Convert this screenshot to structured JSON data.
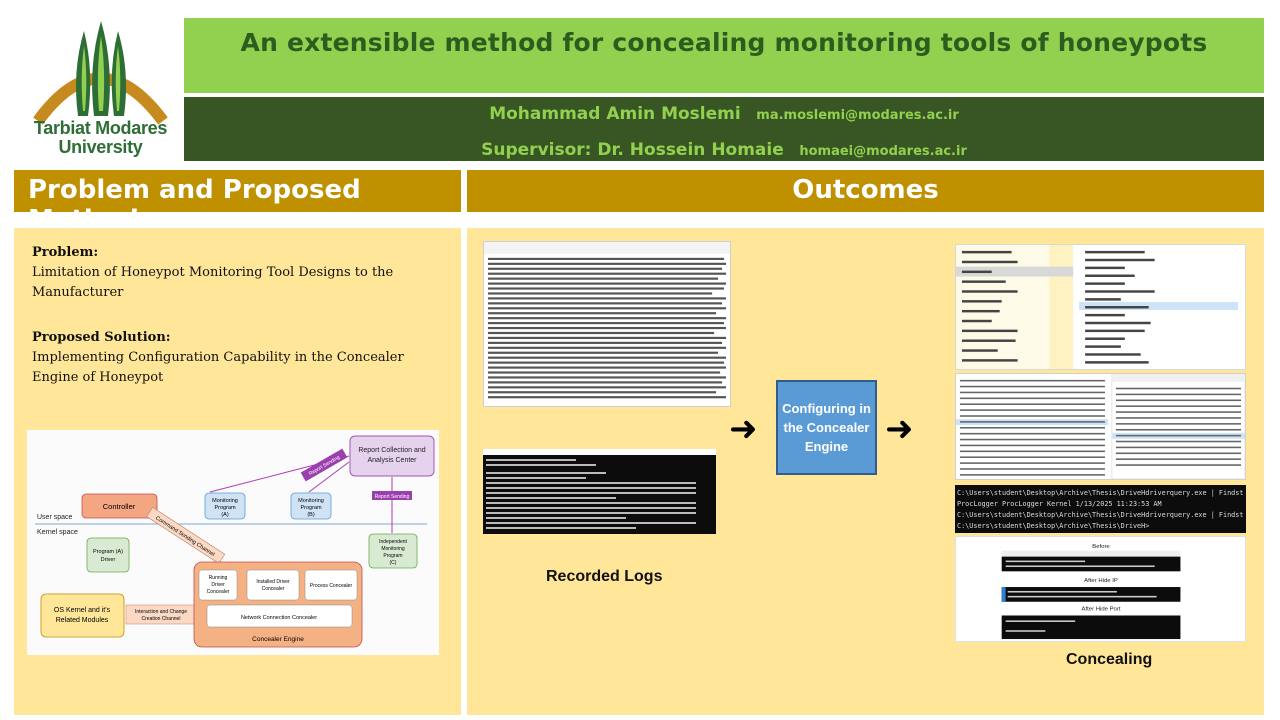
{
  "header": {
    "logo_line1": "Tarbiat Modares",
    "logo_line2": "University",
    "title": "An extensible method for concealing monitoring tools of honeypots",
    "author_name": "Mohammad Amin Moslemi",
    "author_email": "ma.moslemi@modares.ac.ir",
    "supervisor_name": "Supervisor: Dr. Hossein Homaie",
    "supervisor_email": "homaei@modares.ac.ir"
  },
  "sections": {
    "left_title": "Problem and Proposed Method",
    "right_title": "Outcomes"
  },
  "problem": {
    "heading": "Problem:",
    "text": "Limitation of Honeypot Monitoring Tool Designs to the Manufacturer"
  },
  "solution": {
    "heading": "Proposed Solution:",
    "text": "Implementing Configuration Capability in the Concealer Engine of Honeypot"
  },
  "diagram": {
    "report_center": [
      "Report Collection and",
      "Analysis Center"
    ],
    "controller": "Controller",
    "user_space": "User space",
    "kernel_space": "Kernel space",
    "prog_a": [
      "Monitoring",
      "Program",
      "(A)"
    ],
    "prog_b": [
      "Monitoring",
      "Program",
      "(B)"
    ],
    "prog_c": [
      "Independent",
      "Monitoring",
      "Program",
      "(C)"
    ],
    "driver": [
      "Program (A)",
      "Driver"
    ],
    "report_sending": "Report Sending",
    "report_sending_diag": "Report Sending",
    "command_channel": "Command Sending Channel",
    "os_kernel": [
      "OS Kernel and it's",
      "Related Modules"
    ],
    "interaction_channel": [
      "Interaction and Change",
      "Creation Channel"
    ],
    "running_driver": [
      "Running",
      "Driver",
      "Concealer"
    ],
    "installed_driver": [
      "Installed Driver",
      "Concealer"
    ],
    "process_concealer": "Process Concealer",
    "network_concealer": "Network Connection Concealer",
    "engine": "Concealer Engine"
  },
  "outcomes": {
    "config_box": "Configuring in the Concealer Engine",
    "caption_logs": "Recorded Logs",
    "caption_conceal": "Concealing",
    "cmd_line1": "C:\\Users\\student\\Desktop\\Archive\\Thesis\\DriveHdriverquery.exe | Findstr \"ProcLogger\"",
    "cmd_line2": "ProcLogger    ProcLogger        Kernel          1/13/2025 11:23:53 AM",
    "cmd_line3": "C:\\Users\\student\\Desktop\\Archive\\Thesis\\DriveHdriverquery.exe | Findstr \"ProcLogger\"",
    "cmd_line4": "C:\\Users\\student\\Desktop\\Archive\\Thesis\\DriveH>",
    "before_label": "Before",
    "after_ip_label": "After Hide IP",
    "after_port_label": "After Hide Port"
  },
  "colors": {
    "title_bar": "#92d050",
    "author_bar": "#375623",
    "section_header": "#bf9000",
    "panel": "#ffe699",
    "config_box": "#5b9bd5"
  }
}
